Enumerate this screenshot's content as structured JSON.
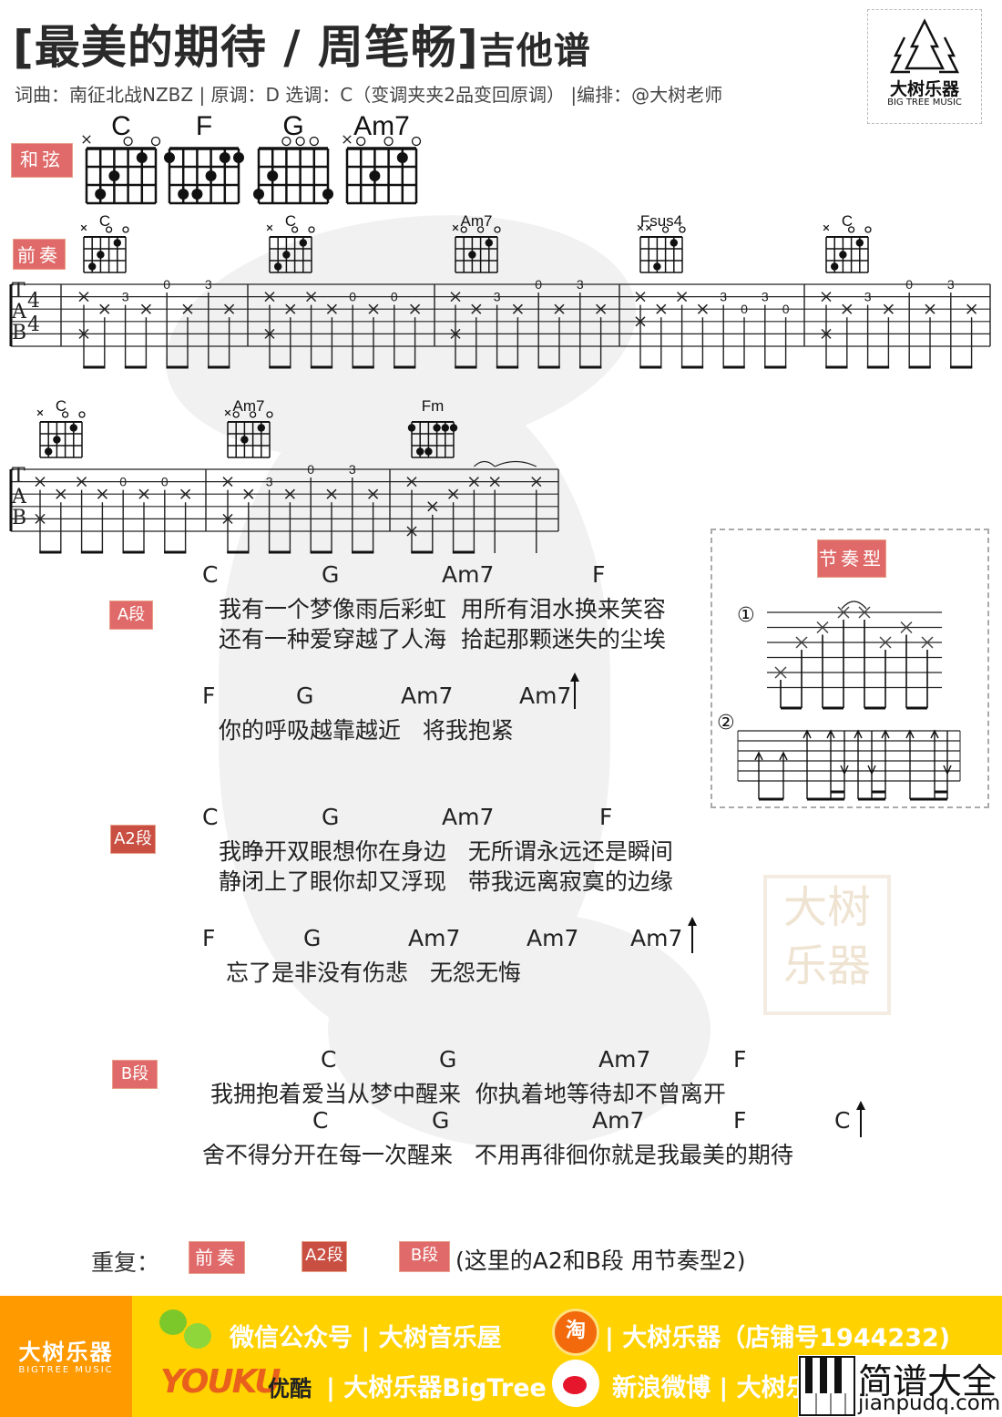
{
  "header": {
    "title": "[最美的期待 / 周笔畅]",
    "title_suffix": "吉他谱",
    "meta": "词曲：南征北战NZBZ | 原调：D 选调：C（变调夹夹2品变回原调） |编排：@大树老师"
  },
  "logo": {
    "name": "大树乐器",
    "sub": "BIG TREE MUSIC"
  },
  "chords_section": {
    "label": "和弦",
    "chords": [
      {
        "name": "C",
        "frets": "x32010"
      },
      {
        "name": "F",
        "frets": "133211"
      },
      {
        "name": "G",
        "frets": "320003"
      },
      {
        "name": "Am7",
        "frets": "x02010"
      }
    ]
  },
  "intro": {
    "label": "前奏",
    "tab_letters": [
      "T",
      "A",
      "B"
    ],
    "time_signature": [
      "4",
      "4"
    ],
    "lines": [
      {
        "measures": [
          {
            "chord": "C",
            "frets": "x32010",
            "notes": [
              [
                [
                  2,
                  "x"
                ],
                [
                  5,
                  "x"
                ]
              ],
              [
                [
                  3,
                  "x"
                ]
              ],
              [
                [
                  2,
                  "3"
                ]
              ],
              [
                [
                  3,
                  "x"
                ]
              ],
              [
                [
                  1,
                  "0"
                ]
              ],
              [
                [
                  3,
                  "x"
                ]
              ],
              [
                [
                  1,
                  "3"
                ]
              ],
              [
                [
                  3,
                  "x"
                ]
              ]
            ]
          },
          {
            "chord": "C",
            "frets": "x32010",
            "notes": [
              [
                [
                  2,
                  "x"
                ],
                [
                  5,
                  "x"
                ]
              ],
              [
                [
                  3,
                  "x"
                ]
              ],
              [
                [
                  2,
                  "x"
                ]
              ],
              [
                [
                  3,
                  "x"
                ]
              ],
              [
                [
                  2,
                  "0"
                ]
              ],
              [
                [
                  3,
                  "x"
                ]
              ],
              [
                [
                  2,
                  "0"
                ]
              ],
              [
                [
                  3,
                  "x"
                ]
              ]
            ]
          },
          {
            "chord": "Am7",
            "frets": "x02010",
            "notes": [
              [
                [
                  2,
                  "x"
                ],
                [
                  5,
                  "x"
                ]
              ],
              [
                [
                  3,
                  "x"
                ]
              ],
              [
                [
                  2,
                  "3"
                ]
              ],
              [
                [
                  3,
                  "x"
                ]
              ],
              [
                [
                  1,
                  "0"
                ]
              ],
              [
                [
                  3,
                  "x"
                ]
              ],
              [
                [
                  1,
                  "3"
                ]
              ],
              [
                [
                  3,
                  "x"
                ]
              ]
            ]
          },
          {
            "chord": "Fsus4",
            "frets": "xx3010",
            "notes": [
              [
                [
                  2,
                  "x"
                ],
                [
                  4,
                  "x"
                ]
              ],
              [
                [
                  3,
                  "x"
                ]
              ],
              [
                [
                  2,
                  "x"
                ]
              ],
              [
                [
                  3,
                  "x"
                ]
              ],
              [
                [
                  2,
                  "3"
                ]
              ],
              [
                [
                  3,
                  "0"
                ]
              ],
              [
                [
                  2,
                  "3"
                ]
              ],
              [
                [
                  3,
                  "0"
                ]
              ]
            ]
          },
          {
            "chord": "C",
            "frets": "x32010",
            "notes": [
              [
                [
                  2,
                  "x"
                ],
                [
                  5,
                  "x"
                ]
              ],
              [
                [
                  3,
                  "x"
                ]
              ],
              [
                [
                  2,
                  "3"
                ]
              ],
              [
                [
                  3,
                  "x"
                ]
              ],
              [
                [
                  1,
                  "0"
                ]
              ],
              [
                [
                  3,
                  "x"
                ]
              ],
              [
                [
                  1,
                  "3"
                ]
              ],
              [
                [
                  3,
                  "x"
                ]
              ]
            ]
          }
        ]
      },
      {
        "measures": [
          {
            "chord": "C",
            "frets": "x32010",
            "notes": [
              [
                [
                  2,
                  "x"
                ],
                [
                  5,
                  "x"
                ]
              ],
              [
                [
                  3,
                  "x"
                ]
              ],
              [
                [
                  2,
                  "x"
                ]
              ],
              [
                [
                  3,
                  "x"
                ]
              ],
              [
                [
                  2,
                  "0"
                ]
              ],
              [
                [
                  3,
                  "x"
                ]
              ],
              [
                [
                  2,
                  "0"
                ]
              ],
              [
                [
                  3,
                  "x"
                ]
              ]
            ]
          },
          {
            "chord": "Am7",
            "frets": "x02010",
            "notes": [
              [
                [
                  2,
                  "x"
                ],
                [
                  5,
                  "x"
                ]
              ],
              [
                [
                  3,
                  "x"
                ]
              ],
              [
                [
                  2,
                  "3"
                ]
              ],
              [
                [
                  3,
                  "x"
                ]
              ],
              [
                [
                  1,
                  "0"
                ]
              ],
              [
                [
                  3,
                  "x"
                ]
              ],
              [
                [
                  1,
                  "3"
                ]
              ],
              [
                [
                  3,
                  "x"
                ]
              ]
            ]
          },
          {
            "chord": "Fm",
            "frets": "133111",
            "notes": [
              [
                [
                  2,
                  "x"
                ],
                [
                  6,
                  "x"
                ]
              ],
              [
                [
                  4,
                  "x"
                ]
              ],
              [
                [
                  3,
                  "x"
                ]
              ],
              [
                [
                  2,
                  "x"
                ]
              ],
              [
                [
                  2,
                  "x"
                ]
              ],
              [],
              [
                [
                  2,
                  "x"
                ]
              ],
              []
            ],
            "beams": [
              [
                0,
                1
              ],
              [
                2,
                3
              ]
            ],
            "ties": [
              [
                3,
                4
              ],
              [
                4,
                6
              ]
            ]
          }
        ]
      }
    ]
  },
  "rhythm": {
    "label": "节奏型",
    "pattern1_label": "①",
    "pattern1": [
      [
        5
      ],
      [
        3
      ],
      [
        2
      ],
      [
        1
      ],
      [
        1
      ],
      [
        3
      ],
      [
        2
      ],
      [
        3
      ]
    ],
    "pattern2_label": "②",
    "pattern2": [
      "up-short",
      "up-short",
      "up",
      "up",
      "down",
      "up",
      "down",
      "up",
      "up",
      "up",
      "down"
    ]
  },
  "sections": {
    "a": {
      "label": "A段",
      "row1_chords": [
        "C",
        "G",
        "Am7",
        "F"
      ],
      "row1_lyrics": [
        "我有一个梦像雨后彩虹  用所有泪水换来笑容",
        "还有一种爱穿越了人海  拾起那颗迷失的尘埃"
      ],
      "row2_chords": [
        "F",
        "G",
        "Am7",
        "Am7"
      ],
      "row2_lyrics": "你的呼吸越靠越近   将我抱紧"
    },
    "a2": {
      "label": "A2段",
      "row1_chords": [
        "C",
        "G",
        "Am7",
        "F"
      ],
      "row1_lyrics": [
        "我睁开双眼想你在身边   无所谓永远还是瞬间",
        "静闭上了眼你却又浮现   带我远离寂寞的边缘"
      ],
      "row2_chords": [
        "F",
        "G",
        "Am7",
        "Am7",
        "Am7"
      ],
      "row2_lyrics": "忘了是非没有伤悲   无怨无悔"
    },
    "b": {
      "label": "B段",
      "row1_chords": [
        "C",
        "G",
        "Am7",
        "F"
      ],
      "row1_lyrics": "我拥抱着爱当从梦中醒来  你执着地等待却不曾离开",
      "row2_chords": [
        "C",
        "G",
        "Am7",
        "F",
        "C"
      ],
      "row2_lyrics": "舍不得分开在每一次醒来   不用再徘徊你就是我最美的期待"
    }
  },
  "repeat": {
    "label": "重复：",
    "badges": [
      "前奏",
      "A2段",
      "B段"
    ],
    "note": "(这里的A2和B段 用节奏型2)"
  },
  "watermark_stamp": "大树乐器",
  "footer": {
    "brand": "大树乐器",
    "brand_sub": "BIGTREE MUSIC",
    "wechat": "微信公众号 | 大树音乐屋",
    "taobao_icon_text": "淘",
    "taobao": "| 大树乐器（店铺号1944232)",
    "youku_logo": "YOUKU",
    "youku_cn": "优酷",
    "youku": "| 大树乐器BigTree",
    "weibo": "新浪微博 | 大树乐器",
    "site_name": "简谱大全",
    "site_url": "jianpudq.com"
  },
  "colors": {
    "badge": "#e06a6a",
    "badge_dark": "#c94f42",
    "footer_yellow": "#ffd200",
    "footer_orange": "#ff9a00"
  }
}
